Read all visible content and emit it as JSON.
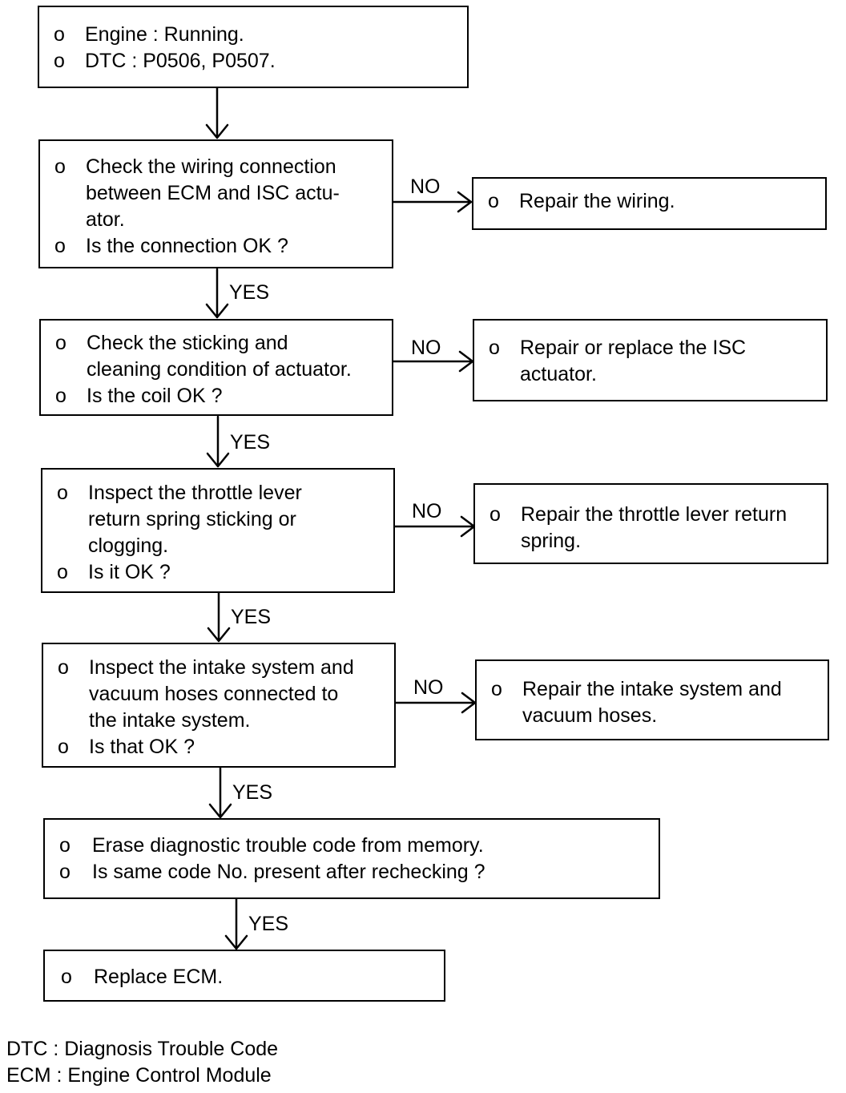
{
  "start": {
    "bullet": "o",
    "items": [
      "Engine : Running.",
      "DTC : P0506, P0507."
    ]
  },
  "step1": {
    "bullet": "o",
    "lines": [
      "Check the wiring connection",
      "between ECM and ISC actu-",
      "ator.",
      "Is the connection OK ?"
    ]
  },
  "fix1": {
    "bullet": "o",
    "lines": [
      "Repair the wiring."
    ]
  },
  "step2": {
    "bullet": "o",
    "lines": [
      "Check the sticking and",
      "cleaning condition of actuator.",
      "Is the coil OK ?"
    ]
  },
  "fix2": {
    "bullet": "o",
    "lines": [
      "Repair or replace the ISC",
      "actuator."
    ]
  },
  "step3": {
    "bullet": "o",
    "lines": [
      "Inspect the throttle lever",
      "return spring sticking or",
      "clogging.",
      "Is it OK ?"
    ]
  },
  "fix3": {
    "bullet": "o",
    "lines": [
      "Repair the throttle lever return",
      "spring."
    ]
  },
  "step4": {
    "bullet": "o",
    "lines": [
      "Inspect the intake system and",
      "vacuum hoses connected to",
      "the intake system.",
      "Is that OK ?"
    ]
  },
  "fix4": {
    "bullet": "o",
    "lines": [
      "Repair the intake system and",
      "vacuum hoses."
    ]
  },
  "step5": {
    "bullet": "o",
    "lines": [
      "Erase diagnostic trouble code from memory.",
      "Is same code No. present after rechecking ?"
    ]
  },
  "end": {
    "bullet": "o",
    "lines": [
      "Replace ECM."
    ]
  },
  "labels": {
    "yes": "YES",
    "no": "NO"
  },
  "legend": [
    "DTC : Diagnosis Trouble Code",
    "ECM : Engine Control Module"
  ]
}
